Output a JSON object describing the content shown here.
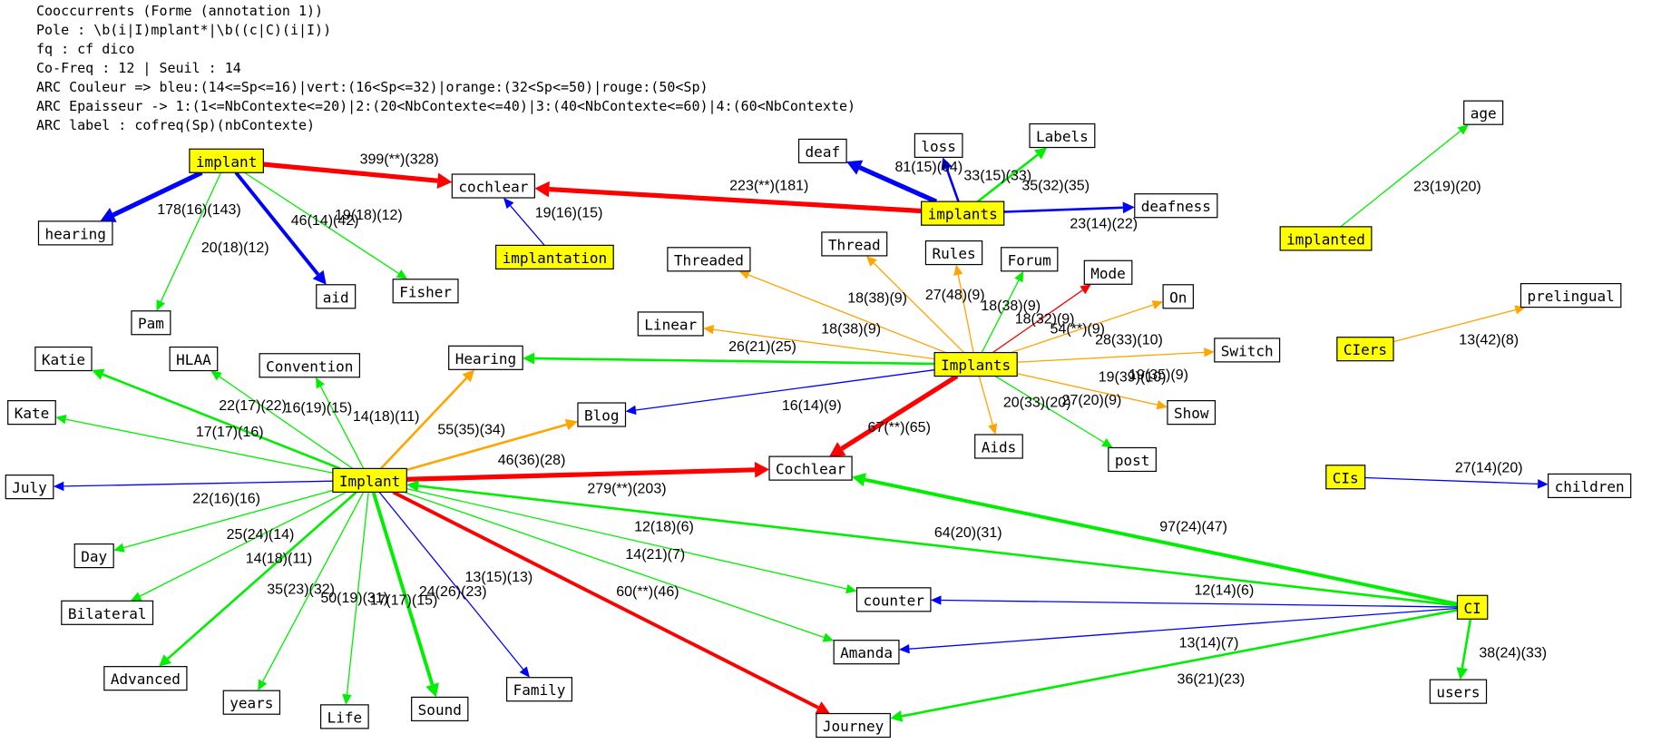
{
  "header": {
    "lines": [
      "Cooccurrents (Forme (annotation 1))",
      "Pole : \\b(i|I)mplant*|\\b((c|C)(i|I))",
      "fq : cf dico",
      "Co-Freq : 12 | Seuil : 14",
      "ARC Couleur => bleu:(14<=Sp<=16)|vert:(16<Sp<=32)|orange:(32<Sp<=50)|rouge:(50<Sp)",
      "ARC Epaisseur -> 1:(1<=NbContexte<=20)|2:(20<NbContexte<=40)|3:(40<NbContexte<=60)|4:(60<NbContexte)",
      "ARC label : cofreq(Sp)(nbContexte)"
    ]
  },
  "colors": {
    "blue": "#0000ff",
    "green": "#00ee00",
    "orange": "#ffa500",
    "red": "#ff0000",
    "pole_fill": "#ffff00",
    "node_fill": "#ffffff"
  },
  "graph": {
    "nodes": [
      {
        "id": "implant",
        "label": "implant",
        "pole": true
      },
      {
        "id": "cochlear_lc",
        "label": "cochlear"
      },
      {
        "id": "hearing_lc",
        "label": "hearing"
      },
      {
        "id": "pam",
        "label": "Pam"
      },
      {
        "id": "aid",
        "label": "aid"
      },
      {
        "id": "fisher",
        "label": "Fisher"
      },
      {
        "id": "implantation",
        "label": "implantation",
        "pole": true
      },
      {
        "id": "deaf",
        "label": "deaf"
      },
      {
        "id": "loss",
        "label": "loss"
      },
      {
        "id": "labels",
        "label": "Labels"
      },
      {
        "id": "implants",
        "label": "implants",
        "pole": true
      },
      {
        "id": "deafness",
        "label": "deafness"
      },
      {
        "id": "age",
        "label": "age"
      },
      {
        "id": "implanted",
        "label": "implanted",
        "pole": true
      },
      {
        "id": "threaded",
        "label": "Threaded"
      },
      {
        "id": "thread",
        "label": "Thread"
      },
      {
        "id": "rules",
        "label": "Rules"
      },
      {
        "id": "forum",
        "label": "Forum"
      },
      {
        "id": "mode",
        "label": "Mode"
      },
      {
        "id": "on",
        "label": "On"
      },
      {
        "id": "linear",
        "label": "Linear"
      },
      {
        "id": "Implants",
        "label": "Implants",
        "pole": true
      },
      {
        "id": "switch",
        "label": "Switch"
      },
      {
        "id": "show",
        "label": "Show"
      },
      {
        "id": "prelingual",
        "label": "prelingual"
      },
      {
        "id": "ciers",
        "label": "CIers",
        "pole": true
      },
      {
        "id": "katie",
        "label": "Katie"
      },
      {
        "id": "hlaa",
        "label": "HLAA"
      },
      {
        "id": "convention",
        "label": "Convention"
      },
      {
        "id": "hearing_uc",
        "label": "Hearing"
      },
      {
        "id": "kate",
        "label": "Kate"
      },
      {
        "id": "blog",
        "label": "Blog"
      },
      {
        "id": "aids",
        "label": "Aids"
      },
      {
        "id": "post",
        "label": "post"
      },
      {
        "id": "july",
        "label": "July"
      },
      {
        "id": "Implant",
        "label": "Implant",
        "pole": true
      },
      {
        "id": "cochlear_uc",
        "label": "Cochlear"
      },
      {
        "id": "cis",
        "label": "CIs",
        "pole": true
      },
      {
        "id": "children",
        "label": "children"
      },
      {
        "id": "day",
        "label": "Day"
      },
      {
        "id": "bilateral",
        "label": "Bilateral"
      },
      {
        "id": "counter",
        "label": "counter"
      },
      {
        "id": "ci",
        "label": "CI",
        "pole": true
      },
      {
        "id": "advanced",
        "label": "Advanced"
      },
      {
        "id": "amanda",
        "label": "Amanda"
      },
      {
        "id": "family",
        "label": "Family"
      },
      {
        "id": "years",
        "label": "years"
      },
      {
        "id": "life",
        "label": "Life"
      },
      {
        "id": "sound",
        "label": "Sound"
      },
      {
        "id": "users",
        "label": "users"
      },
      {
        "id": "journey",
        "label": "Journey"
      }
    ],
    "edges": [
      {
        "from": "implant",
        "to": "cochlear_lc",
        "label": "399(**)(328)",
        "color": "red",
        "width": 4
      },
      {
        "from": "implant",
        "to": "hearing_lc",
        "label": "178(16)(143)",
        "color": "blue",
        "width": 4
      },
      {
        "from": "implant",
        "to": "pam",
        "label": "20(18)(12)",
        "color": "green",
        "width": 1
      },
      {
        "from": "implant",
        "to": "aid",
        "label": "46(14)(42)",
        "color": "blue",
        "width": 3
      },
      {
        "from": "implant",
        "to": "fisher",
        "label": "19(18)(12)",
        "color": "green",
        "width": 1
      },
      {
        "from": "implantation",
        "to": "cochlear_lc",
        "label": "19(16)(15)",
        "color": "blue",
        "width": 1
      },
      {
        "from": "implants",
        "to": "cochlear_lc",
        "label": "223(**)(181)",
        "color": "red",
        "width": 4
      },
      {
        "from": "implants",
        "to": "deaf",
        "label": "81(15)(64)",
        "color": "blue",
        "width": 4
      },
      {
        "from": "implants",
        "to": "loss",
        "label": "33(15)(33)",
        "color": "blue",
        "width": 2
      },
      {
        "from": "implants",
        "to": "labels",
        "label": "35(32)(35)",
        "color": "green",
        "width": 2
      },
      {
        "from": "implants",
        "to": "deafness",
        "label": "23(14)(22)",
        "color": "blue",
        "width": 2
      },
      {
        "from": "implanted",
        "to": "age",
        "label": "23(19)(20)",
        "color": "green",
        "width": 1
      },
      {
        "from": "Implants",
        "to": "threaded",
        "label": "18(38)(9)",
        "color": "orange",
        "width": 1
      },
      {
        "from": "Implants",
        "to": "thread",
        "label": "27(48)(9)",
        "color": "orange",
        "width": 1
      },
      {
        "from": "Implants",
        "to": "rules",
        "label": "18(38)(9)",
        "color": "orange",
        "width": 1
      },
      {
        "from": "Implants",
        "to": "forum",
        "label": "18(32)(9)",
        "color": "green",
        "width": 1
      },
      {
        "from": "Implants",
        "to": "mode",
        "label": "54(**)(9)",
        "color": "red",
        "width": 1
      },
      {
        "from": "Implants",
        "to": "on",
        "label": "28(33)(10)",
        "color": "orange",
        "width": 1
      },
      {
        "from": "Implants",
        "to": "linear",
        "label": "18(38)(9)",
        "color": "orange",
        "width": 1
      },
      {
        "from": "Implants",
        "to": "switch",
        "label": "19(35)(9)",
        "color": "orange",
        "width": 1
      },
      {
        "from": "Implants",
        "to": "show",
        "label": "19(39)(10)",
        "color": "orange",
        "width": 1
      },
      {
        "from": "Implants",
        "to": "hearing_uc",
        "label": "26(21)(25)",
        "color": "green",
        "width": 2
      },
      {
        "from": "Implants",
        "to": "blog",
        "label": "16(14)(9)",
        "color": "blue",
        "width": 1
      },
      {
        "from": "Implants",
        "to": "aids",
        "label": "20(33)(20)",
        "color": "orange",
        "width": 1
      },
      {
        "from": "Implants",
        "to": "post",
        "label": "27(20)(9)",
        "color": "green",
        "width": 1
      },
      {
        "from": "Implants",
        "to": "cochlear_uc",
        "label": "67(**)(65)",
        "color": "red",
        "width": 4
      },
      {
        "from": "ciers",
        "to": "prelingual",
        "label": "13(42)(8)",
        "color": "orange",
        "width": 1
      },
      {
        "from": "Implant",
        "to": "katie",
        "label": "22(17)(22)",
        "color": "green",
        "width": 2
      },
      {
        "from": "Implant",
        "to": "hlaa",
        "label": "16(19)(15)",
        "color": "green",
        "width": 1
      },
      {
        "from": "Implant",
        "to": "convention",
        "label": "14(18)(11)",
        "color": "green",
        "width": 1
      },
      {
        "from": "Implant",
        "to": "hearing_uc",
        "label": "55(35)(34)",
        "color": "orange",
        "width": 2
      },
      {
        "from": "Implant",
        "to": "kate",
        "label": "17(17)(16)",
        "color": "green",
        "width": 1
      },
      {
        "from": "Implant",
        "to": "blog",
        "label": "46(36)(28)",
        "color": "orange",
        "width": 2
      },
      {
        "from": "Implant",
        "to": "july",
        "label": "22(16)(16)",
        "color": "blue",
        "width": 1
      },
      {
        "from": "Implant",
        "to": "cochlear_uc",
        "label": "279(**)(203)",
        "color": "red",
        "width": 4
      },
      {
        "from": "Implant",
        "to": "day",
        "label": "25(24)(14)",
        "color": "green",
        "width": 1
      },
      {
        "from": "Implant",
        "to": "bilateral",
        "label": "14(18)(11)",
        "color": "green",
        "width": 1
      },
      {
        "from": "Implant",
        "to": "advanced",
        "label": "35(23)(32)",
        "color": "green",
        "width": 2
      },
      {
        "from": "Implant",
        "to": "years",
        "label": "50(19)(31)",
        "color": "green",
        "width": 1
      },
      {
        "from": "Implant",
        "to": "life",
        "label": "17(17)(15)",
        "color": "green",
        "width": 1
      },
      {
        "from": "Implant",
        "to": "sound",
        "label": "24(26)(23)",
        "color": "green",
        "width": 3
      },
      {
        "from": "Implant",
        "to": "family",
        "label": "13(15)(13)",
        "color": "blue",
        "width": 1
      },
      {
        "from": "Implant",
        "to": "journey",
        "label": "60(**)(46)",
        "color": "red",
        "width": 3
      },
      {
        "from": "Implant",
        "to": "counter",
        "label": "12(18)(6)",
        "color": "green",
        "width": 1
      },
      {
        "from": "Implant",
        "to": "amanda",
        "label": "14(21)(7)",
        "color": "green",
        "width": 1
      },
      {
        "from": "ci",
        "to": "Implant",
        "label": "64(20)(31)",
        "color": "green",
        "width": 2
      },
      {
        "from": "ci",
        "to": "cochlear_uc",
        "label": "97(24)(47)",
        "color": "green",
        "width": 3
      },
      {
        "from": "ci",
        "to": "counter",
        "label": "12(14)(6)",
        "color": "blue",
        "width": 1
      },
      {
        "from": "ci",
        "to": "amanda",
        "label": "13(14)(7)",
        "color": "blue",
        "width": 1
      },
      {
        "from": "ci",
        "to": "users",
        "label": "38(24)(33)",
        "color": "green",
        "width": 2
      },
      {
        "from": "ci",
        "to": "journey",
        "label": "36(21)(23)",
        "color": "green",
        "width": 2
      },
      {
        "from": "cis",
        "to": "children",
        "label": "27(14)(20)",
        "color": "blue",
        "width": 1
      }
    ]
  }
}
